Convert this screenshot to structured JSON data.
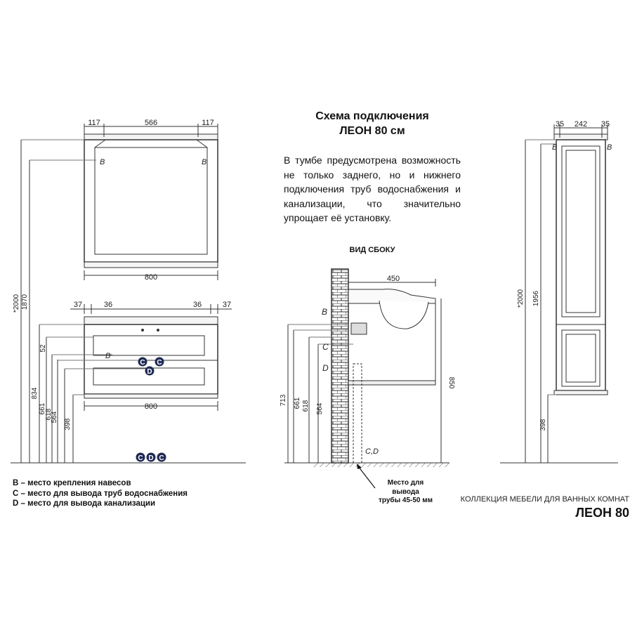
{
  "title": {
    "line1": "Схема подключения",
    "line2": "ЛЕОН 80 см"
  },
  "description": "В тумбе предусмотрена возможность не только заднего, но и нижнего подключения труб водоснабжения и канализации, что значительно упрощает её установку.",
  "side_view_label": "ВИД СБОКУ",
  "legend": [
    "B – место крепления навесов",
    "C – место для вывода труб водоснабжения",
    "D – место для вывода канализации"
  ],
  "pipe_note": [
    "Место для",
    "вывода",
    "трубы 45-50 мм"
  ],
  "collection": "КОЛЛЕКЦИЯ МЕБЕЛИ ДЛЯ ВАННЫХ КОМНАТ",
  "model": "ЛЕОН 80",
  "front": {
    "mirror_top_dims": [
      "117",
      "566",
      "117"
    ],
    "mirror_width": "800",
    "vanity_top_dims_left": [
      "37",
      "36"
    ],
    "vanity_top_dims_right": [
      "36",
      "37"
    ],
    "vanity_width": "800",
    "heights": [
      "*2000",
      "1870",
      "834",
      "661",
      "618",
      "564",
      "398"
    ],
    "dim_52": "52",
    "markers": {
      "b": "B",
      "c": "C",
      "d": "D"
    }
  },
  "side": {
    "depth": "450",
    "heights": [
      "713",
      "661",
      "618",
      "564"
    ],
    "height_850": "850",
    "labels": {
      "b": "B",
      "c": "C",
      "d": "D",
      "cd": "C,D"
    }
  },
  "cabinet": {
    "top_dims": [
      "35",
      "242",
      "35"
    ],
    "heights": [
      "*2000",
      "1956",
      "398"
    ],
    "markers": {
      "b": "B"
    }
  }
}
